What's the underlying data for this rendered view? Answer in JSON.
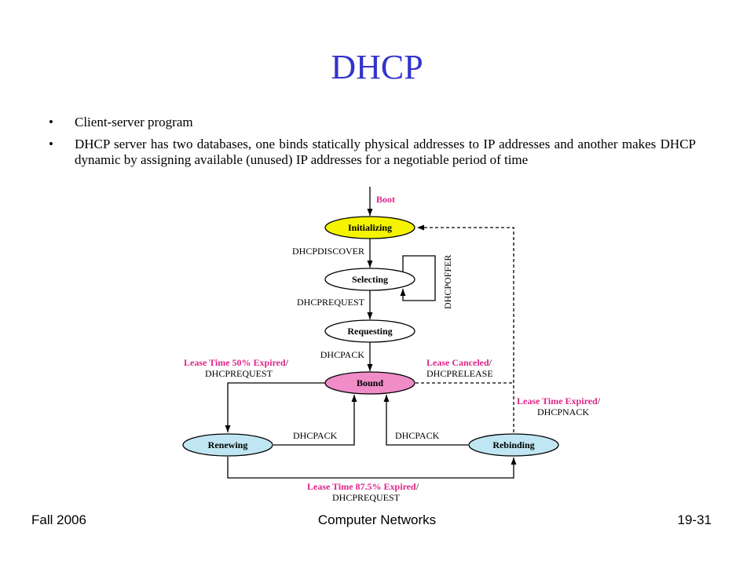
{
  "title": "DHCP",
  "bullets": [
    "Client-server program",
    "DHCP server has two databases, one binds statically physical addresses to IP addresses and another makes DHCP dynamic by assigning available (unused) IP addresses for a negotiable period of time"
  ],
  "bullet_glyph": "•",
  "footer": {
    "left": "Fall 2006",
    "center": "Computer Networks",
    "right": "19-31"
  },
  "colors": {
    "title": "#3333cc",
    "event_label": "#e0248a",
    "initializing_fill": "#f4f400",
    "bound_fill": "#f08cc8",
    "renewing_fill": "#bfe6f2",
    "rebinding_fill": "#bfe6f2",
    "plain_fill": "#ffffff"
  },
  "diagram": {
    "states": {
      "initializing": "Initializing",
      "selecting": "Selecting",
      "requesting": "Requesting",
      "bound": "Bound",
      "renewing": "Renewing",
      "rebinding": "Rebinding"
    },
    "labels": {
      "boot": "Boot",
      "dhcpdiscover": "DHCPDISCOVER",
      "dhcpoffer": "DHCPOFFER",
      "dhcprequest_1": "DHCPREQUEST",
      "dhcpack_1": "DHCPACK",
      "lease50_event": "Lease Time 50% Expired",
      "lease50_slash": "/",
      "lease50_msg": "DHCPREQUEST",
      "canceled_event": "Lease Canceled",
      "canceled_slash": "/",
      "canceled_msg": "DHCPRELEASE",
      "expired_event": "Lease Time Expired",
      "expired_slash": "/",
      "expired_msg": "DHCPNACK",
      "dhcpack_renew": "DHCPACK",
      "dhcpack_rebind": "DHCPACK",
      "lease875_event": "Lease Time 87.5% Expired",
      "lease875_slash": "/",
      "lease875_msg": "DHCPREQUEST"
    }
  }
}
